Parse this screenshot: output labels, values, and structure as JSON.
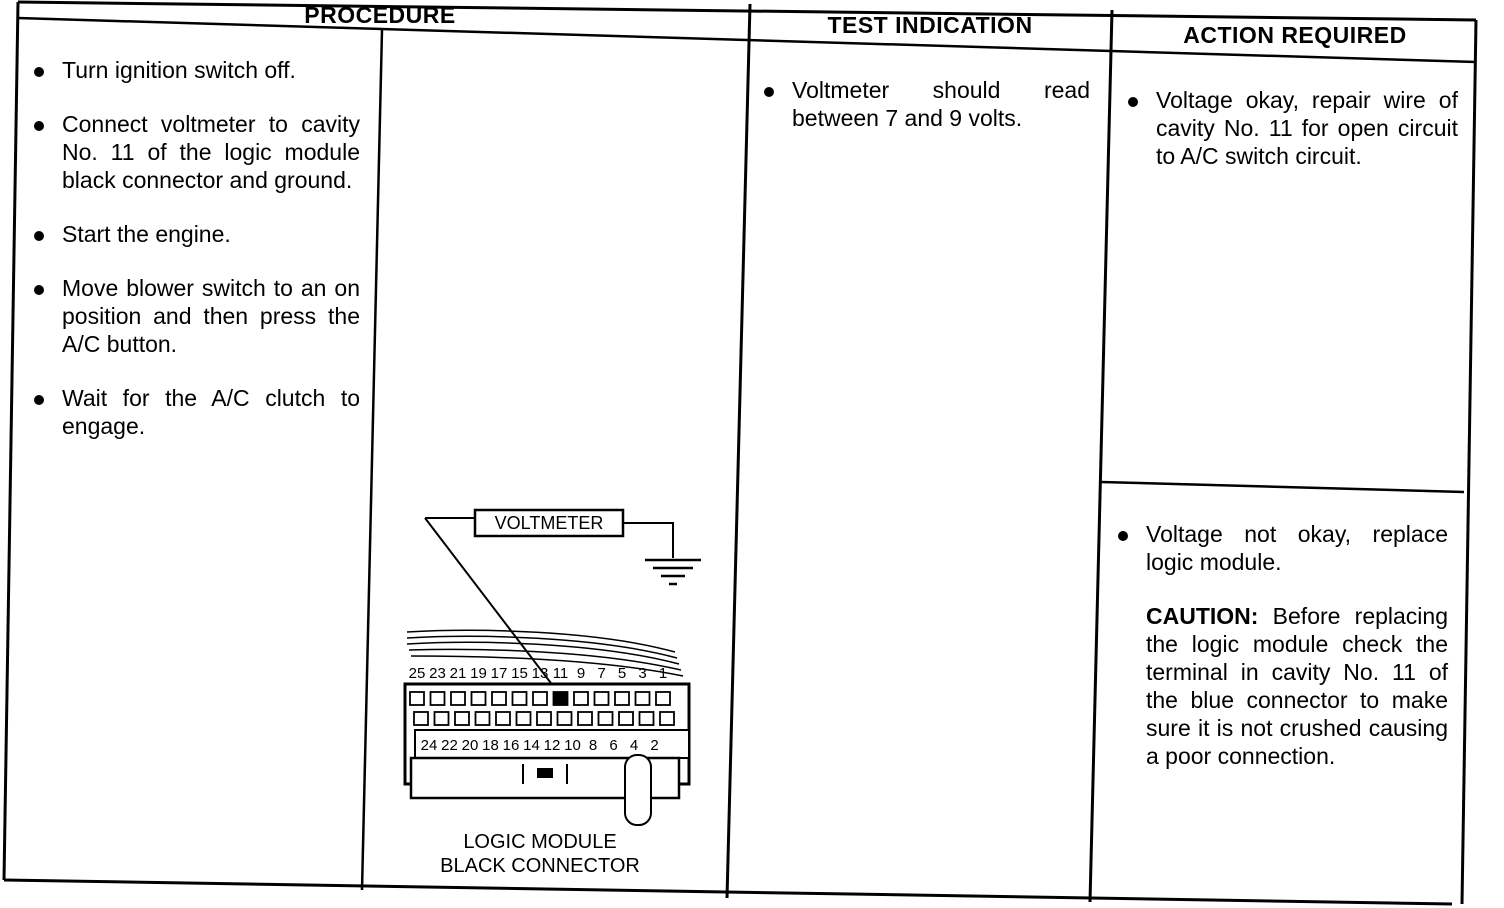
{
  "headers": {
    "procedure": "PROCEDURE",
    "test_indication": "TEST INDICATION",
    "action_required": "ACTION REQUIRED"
  },
  "procedure_steps": [
    "Turn ignition switch off.",
    "Connect voltmeter to cavity No. 11 of the logic module black connector and ground.",
    "Start the engine.",
    "Move blower switch to an on position and then press the A/C button.",
    "Wait for the A/C clutch to engage."
  ],
  "test_indication": [
    "Voltmeter should read between 7 and 9 volts."
  ],
  "action_ok": [
    "Voltage okay, repair wire of cavity No. 11 for open circuit to A/C switch circuit."
  ],
  "action_not_ok": [
    "Voltage not okay, replace logic module."
  ],
  "caution": {
    "label": "CAUTION:",
    "text": "Before replacing the logic module check the terminal in cavity No. 11 of the blue connector to make sure it is not crushed causing a poor connection."
  },
  "diagram": {
    "meter_label": "VOLTMETER",
    "caption_line1": "LOGIC MODULE",
    "caption_line2": "BLACK CONNECTOR",
    "top_pins": [
      "25",
      "23",
      "21",
      "19",
      "17",
      "15",
      "13",
      "11",
      "9",
      "7",
      "5",
      "3",
      "1"
    ],
    "bottom_pins": [
      "24",
      "22",
      "20",
      "18",
      "16",
      "14",
      "12",
      "10",
      "8",
      "6",
      "4",
      "2"
    ],
    "probed_pin": "11"
  }
}
